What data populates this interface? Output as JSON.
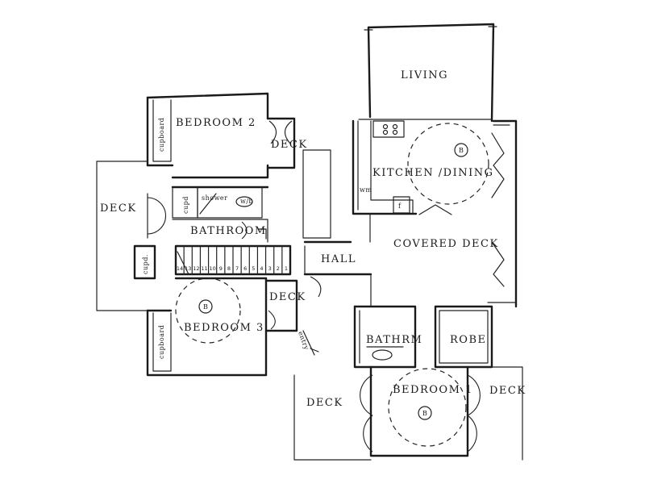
{
  "rooms": {
    "living": "LIVING",
    "bedroom2": "BEDROOM 2",
    "kitchen_dining": "KITCHEN /DINING",
    "deck_bed2": "DECK",
    "deck_west": "DECK",
    "bathroom": "BATHROOM",
    "covered_deck": "COVERED DECK",
    "hall": "HALL",
    "deck_bed3": "DECK",
    "bedroom3": "BEDROOM 3",
    "bathroom_small": "BATHRM",
    "robe": "ROBE",
    "deck_south": "DECK",
    "bedroom1": "BEDROOM 1",
    "deck_east": "DECK"
  },
  "fixtures": {
    "cupboard_bed2": "cupboard",
    "cupboard_bed3": "cupboard",
    "cupd_bath": "cupd",
    "cupd_hall": "cupd.",
    "shower": "shower",
    "wb": "w/b",
    "fridge": "f",
    "wm": "wm",
    "bed_marker": "B"
  },
  "stairs": [
    "14",
    "13",
    "12",
    "11",
    "10",
    "9",
    "8",
    "7",
    "6",
    "5",
    "4",
    "3",
    "2",
    "1"
  ],
  "entry": "entry",
  "colors": {
    "ink": "#1a1a1a",
    "paper": "#ffffff"
  }
}
